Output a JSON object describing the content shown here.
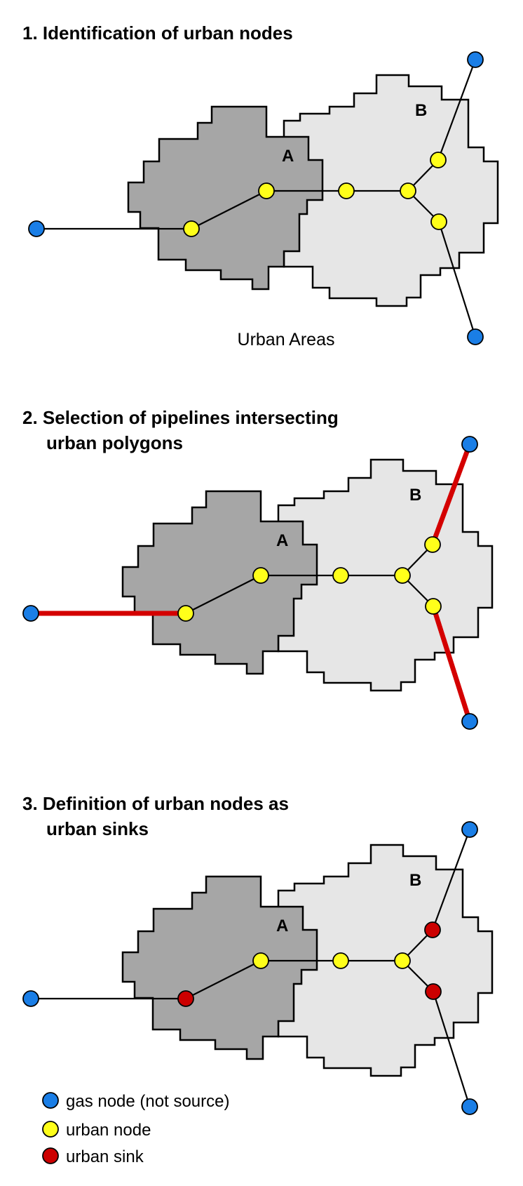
{
  "colors": {
    "gas_node": "#1a7ee6",
    "urban_node": "#ffff1a",
    "urban_sink": "#cc0000",
    "selected_pipeline": "#d40000",
    "polygon_a": "#a6a6a6",
    "polygon_b": "#e6e6e6"
  },
  "panels": [
    {
      "title_line1": "1. Identification of urban nodes",
      "title_line2": "",
      "label_a": "A",
      "label_b": "B",
      "caption": "Urban Areas"
    },
    {
      "title_line1": "2. Selection of pipelines intersecting",
      "title_line2": "urban polygons",
      "label_a": "A",
      "label_b": "B"
    },
    {
      "title_line1": "3. Definition of urban nodes as",
      "title_line2": "urban sinks",
      "label_a": "A",
      "label_b": "B"
    }
  ],
  "legend": [
    {
      "label": "gas node (not source)",
      "icon": "blue-circle-icon"
    },
    {
      "label": "urban node",
      "icon": "yellow-circle-icon"
    },
    {
      "label": "urban sink",
      "icon": "red-circle-icon"
    }
  ]
}
